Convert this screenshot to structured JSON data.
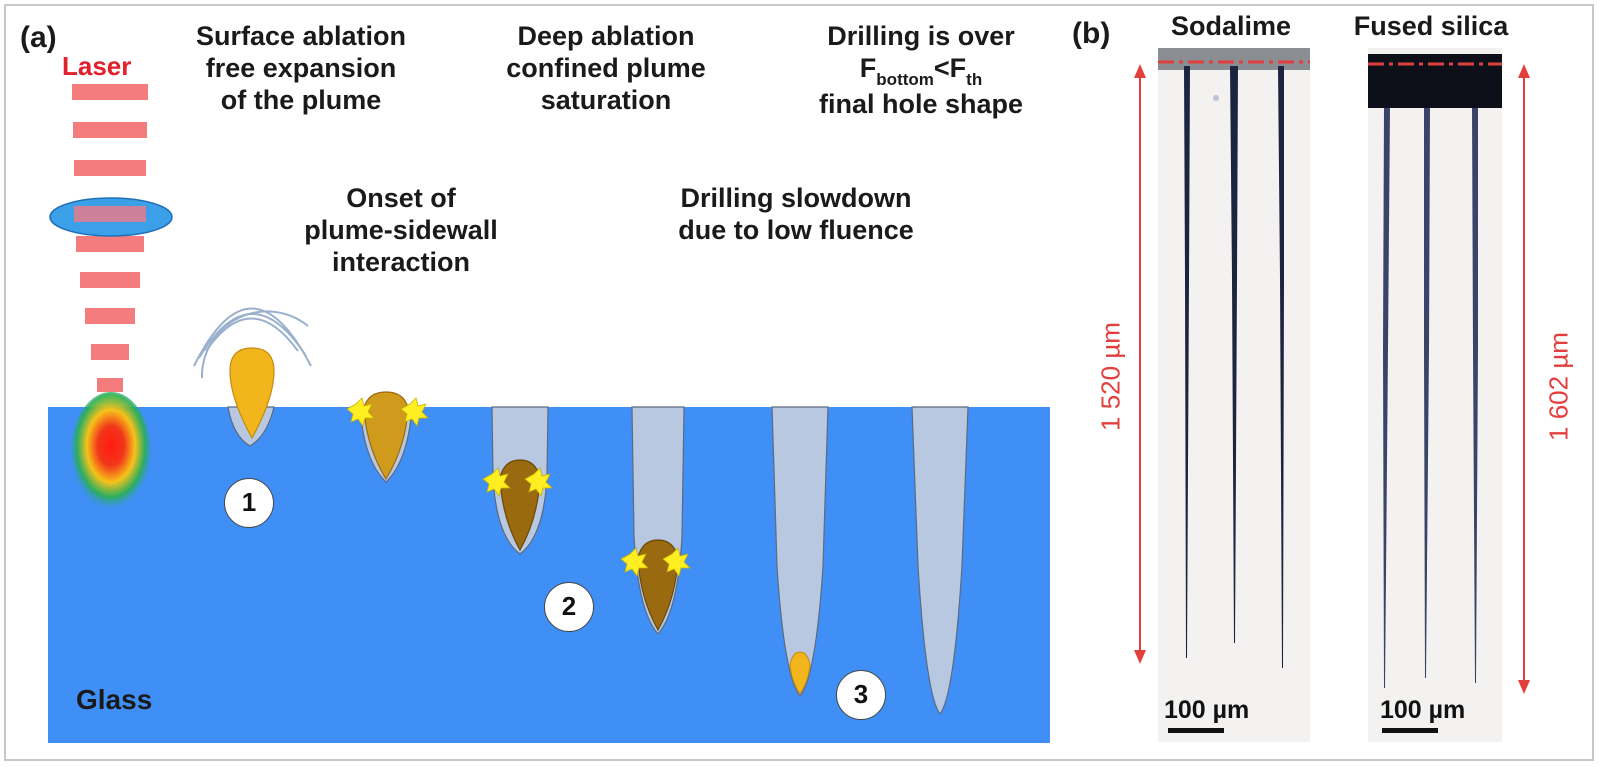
{
  "panels": {
    "a_tag": "(a)",
    "b_tag": "(b)"
  },
  "labels": {
    "laser": "Laser",
    "glass": "Glass",
    "stage1": [
      "Surface ablation",
      "free expansion",
      "of the plume"
    ],
    "stage2": [
      "Deep ablation",
      "confined plume",
      "saturation"
    ],
    "stage3_line1": "Drilling is over",
    "stage3_f": "F",
    "stage3_sub1": "bottom",
    "stage3_lt": "<F",
    "stage3_sub2": "th",
    "stage3_line3": "final hole shape",
    "onset": [
      "Onset of",
      "plume-sidewall",
      "interaction"
    ],
    "slowdown": [
      "Drilling slowdown",
      "due to low fluence"
    ]
  },
  "steps": [
    "1",
    "2",
    "3"
  ],
  "photos": {
    "left_title": "Sodalime",
    "right_title": "Fused silica",
    "left_depth": "1 520 µm",
    "right_depth": "1 602 µm",
    "scale_label_left": "100 µm",
    "scale_label_right": "100 µm"
  },
  "colors": {
    "glass": "#3f8ff7",
    "hole": "#b8c8e0",
    "plume_free": "#f2b61c",
    "plume_confined": "#d09a1c",
    "plume_deep": "#9a6a10",
    "laser": "#f47c7c",
    "dimension": "#e2403e"
  }
}
